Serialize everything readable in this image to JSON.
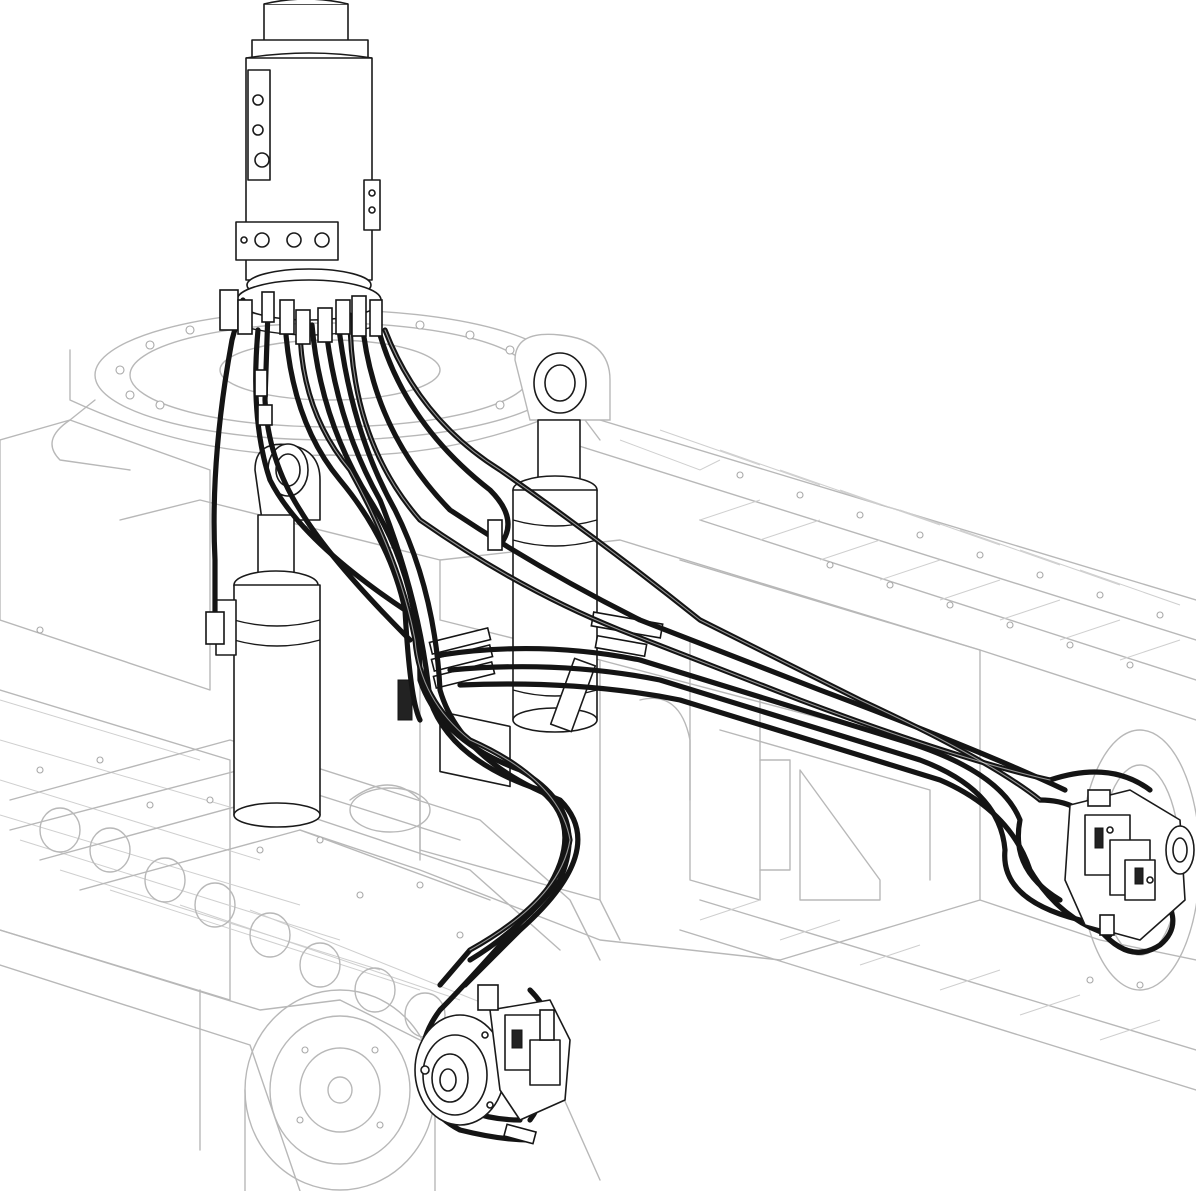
{
  "drawing": {
    "style": "monochrome isometric line drawing",
    "colors": {
      "background": "#ffffff",
      "ghost_lines": "#b8b8b8",
      "highlight_lines": "#1a1a1a",
      "hoses": "#141414"
    },
    "components": [
      {
        "name": "rotary-swivel-joint",
        "emphasis": "highlighted"
      },
      {
        "name": "left-support-cylinder",
        "emphasis": "highlighted"
      },
      {
        "name": "right-support-cylinder",
        "emphasis": "highlighted"
      },
      {
        "name": "hose-manifold-block",
        "emphasis": "highlighted"
      },
      {
        "name": "left-travel-motor",
        "emphasis": "highlighted"
      },
      {
        "name": "right-travel-motor",
        "emphasis": "highlighted"
      },
      {
        "name": "hydraulic-hose-bundle",
        "emphasis": "highlighted"
      },
      {
        "name": "crawler-undercarriage",
        "emphasis": "ghosted"
      },
      {
        "name": "slewing-ring",
        "emphasis": "ghosted"
      },
      {
        "name": "track-shoes",
        "emphasis": "ghosted"
      }
    ]
  }
}
